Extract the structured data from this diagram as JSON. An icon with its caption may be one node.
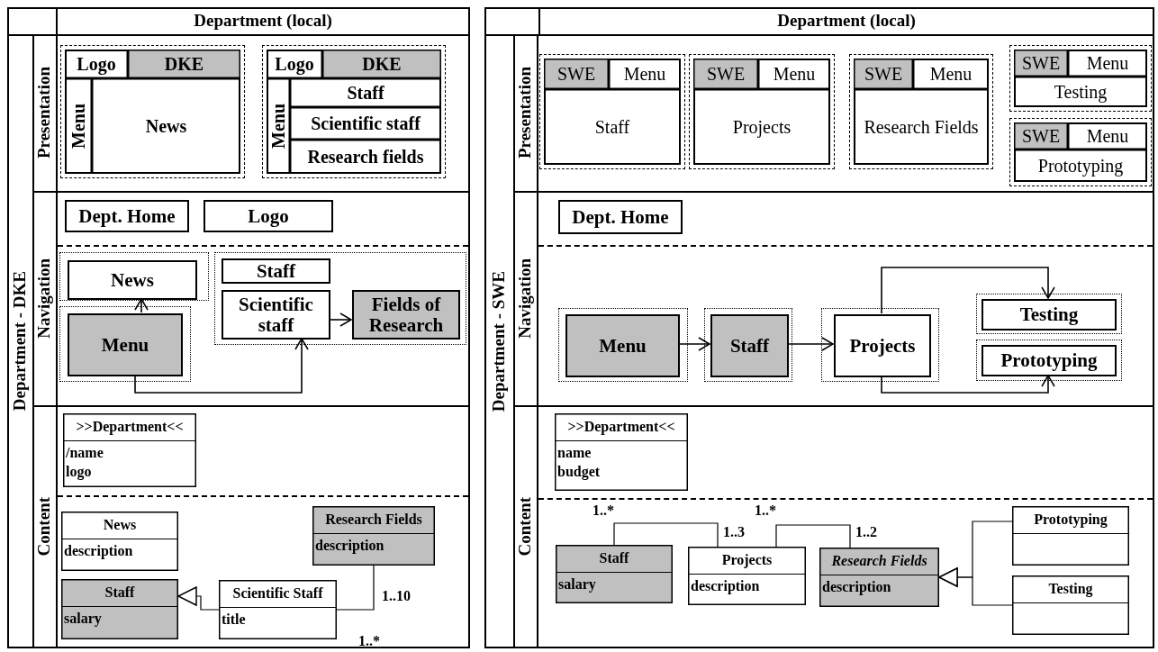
{
  "diagram": {
    "nodes": [
      {
        "text": [
          "Department (local)",
          "Department - DKE"
        ]
      },
      {
        "text": [
          "Presentation"
        ],
        "in": 0
      },
      {
        "text": [],
        "shape": "box",
        "in": 1
      },
      {
        "text": [
          "Logo"
        ],
        "in": 2
      },
      {
        "text": [
          "DKE"
        ],
        "in": 2
      },
      {
        "text": [
          "Menu"
        ],
        "in": 2
      },
      {
        "text": [
          "News"
        ],
        "in": 2
      },
      {
        "text": [],
        "shape": "box",
        "in": 1
      },
      {
        "text": [
          "Logo"
        ],
        "in": 7
      },
      {
        "text": [
          "DKE"
        ],
        "in": 7
      },
      {
        "text": [
          "Menu"
        ],
        "in": 7
      },
      {
        "text": [
          "Staff"
        ],
        "in": 7
      },
      {
        "text": [
          "Scientific staff"
        ],
        "in": 7
      },
      {
        "text": [
          "Research fields"
        ],
        "in": 7
      },
      {
        "text": [
          "Navigation"
        ],
        "in": 0
      },
      {
        "text": [
          "Dept. Home"
        ],
        "in": 14
      },
      {
        "text": [
          "Logo"
        ],
        "in": 14
      },
      {
        "text": [],
        "shape": "box",
        "in": 14
      },
      {
        "text": [
          "News"
        ],
        "in": 17
      },
      {
        "text": [],
        "shape": "box",
        "in": 14
      },
      {
        "text": [
          "Menu"
        ],
        "in": 19
      },
      {
        "text": [],
        "shape": "box",
        "in": 14
      },
      {
        "text": [
          "Staff"
        ],
        "in": 21
      },
      {
        "text": [
          "Scientific staff"
        ],
        "in": 21
      },
      {
        "text": [
          "Fields of Research"
        ],
        "in": 21
      },
      {
        "text": [
          "Content"
        ],
        "in": 0
      },
      {
        "text": [
          ">>Department<<",
          "/name",
          "logo"
        ],
        "in": 25
      },
      {
        "text": [
          "News",
          "description"
        ],
        "in": 25
      },
      {
        "text": [
          "Staff",
          "salary"
        ],
        "in": 25
      },
      {
        "text": [
          "Scientific Staff",
          "title"
        ],
        "in": 25
      },
      {
        "text": [
          "Research Fields",
          "description"
        ],
        "in": 25
      },
      {
        "text": [
          "Department (local)",
          "Department - SWE"
        ]
      },
      {
        "text": [
          "Presentation"
        ],
        "in": 31
      },
      {
        "text": [],
        "shape": "box",
        "in": 32
      },
      {
        "text": [
          "SWE"
        ],
        "in": 33
      },
      {
        "text": [
          "Menu"
        ],
        "in": 33
      },
      {
        "text": [
          "Staff"
        ],
        "in": 33
      },
      {
        "text": [],
        "shape": "box",
        "in": 32
      },
      {
        "text": [
          "SWE"
        ],
        "in": 37
      },
      {
        "text": [
          "Menu"
        ],
        "in": 37
      },
      {
        "text": [
          "Projects"
        ],
        "in": 37
      },
      {
        "text": [],
        "shape": "box",
        "in": 32
      },
      {
        "text": [
          "SWE"
        ],
        "in": 41
      },
      {
        "text": [
          "Menu"
        ],
        "in": 41
      },
      {
        "text": [
          "Research Fields"
        ],
        "in": 41
      },
      {
        "text": [],
        "shape": "box",
        "in": 32
      },
      {
        "text": [
          "SWE"
        ],
        "in": 45
      },
      {
        "text": [
          "Menu"
        ],
        "in": 45
      },
      {
        "text": [
          "Testing"
        ],
        "in": 45
      },
      {
        "text": [],
        "shape": "box",
        "in": 32
      },
      {
        "text": [
          "SWE"
        ],
        "in": 49
      },
      {
        "text": [
          "Menu"
        ],
        "in": 49
      },
      {
        "text": [
          "Prototyping"
        ],
        "in": 49
      },
      {
        "text": [
          "Navigation"
        ],
        "in": 31
      },
      {
        "text": [
          "Dept. Home"
        ],
        "in": 53
      },
      {
        "text": [],
        "shape": "box",
        "in": 53
      },
      {
        "text": [
          "Menu"
        ],
        "in": 55
      },
      {
        "text": [],
        "shape": "box",
        "in": 53
      },
      {
        "text": [
          "Staff"
        ],
        "in": 57
      },
      {
        "text": [],
        "shape": "box",
        "in": 53
      },
      {
        "text": [
          "Projects"
        ],
        "in": 59
      },
      {
        "text": [],
        "shape": "box",
        "in": 53
      },
      {
        "text": [
          "Testing"
        ],
        "in": 61
      },
      {
        "text": [],
        "shape": "box",
        "in": 53
      },
      {
        "text": [
          "Prototyping"
        ],
        "in": 63
      },
      {
        "text": [
          "Content"
        ],
        "in": 31
      },
      {
        "text": [
          ">>Department<<",
          "name",
          "budget"
        ],
        "in": 65
      },
      {
        "text": [
          "Staff",
          "salary"
        ],
        "in": 65
      },
      {
        "text": [
          "Projects",
          "description"
        ],
        "in": 65
      },
      {
        "text": [
          "Research Fields",
          "description"
        ],
        "in": 65
      },
      {
        "text": [
          "Prototyping"
        ],
        "in": 65
      },
      {
        "text": [
          "Testing"
        ],
        "in": 65
      }
    ],
    "edges": [
      {
        "from": 20,
        "to": 18,
        "arrow": "to"
      },
      {
        "from": 20,
        "to": 23,
        "arrow": "to"
      },
      {
        "from": 23,
        "to": 24,
        "arrow": "to"
      },
      {
        "from": 29,
        "to": 28,
        "arrow": "to"
      },
      {
        "from": 29,
        "to": 30,
        "arrow": "none"
      },
      {
        "from": 56,
        "to": 58,
        "arrow": "to"
      },
      {
        "from": 58,
        "to": 60,
        "arrow": "to"
      },
      {
        "from": 60,
        "to": 62,
        "arrow": "to"
      },
      {
        "from": 60,
        "to": 64,
        "arrow": "to"
      },
      {
        "from": 67,
        "to": 68,
        "arrow": "none"
      },
      {
        "from": 68,
        "to": 69,
        "arrow": "none"
      },
      {
        "from": 70,
        "to": 69,
        "arrow": "to"
      },
      {
        "from": 71,
        "to": 69,
        "arrow": "to"
      }
    ],
    "labels": [
      "1..10",
      "1..*",
      "1..*",
      "1..*",
      "1..3",
      "1..2"
    ]
  }
}
